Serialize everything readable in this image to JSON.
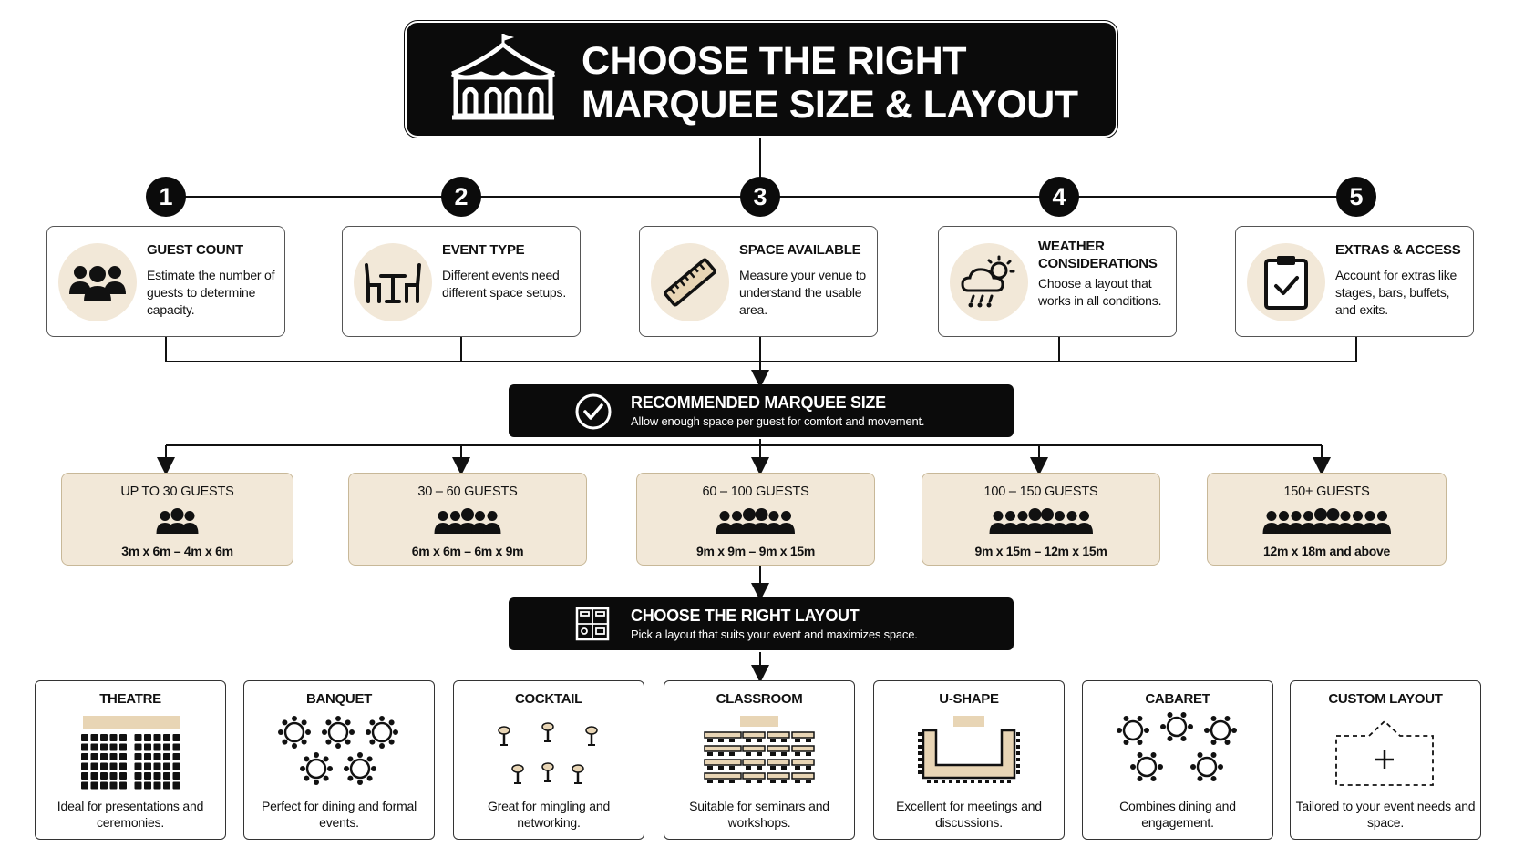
{
  "header": {
    "title_line1": "CHOOSE THE RIGHT",
    "title_line2": "MARQUEE SIZE & LAYOUT"
  },
  "steps": [
    "1",
    "2",
    "3",
    "4",
    "5"
  ],
  "factors": [
    {
      "title": "GUEST COUNT",
      "description": "Estimate the number of guests to determine capacity.",
      "icon": "people-icon"
    },
    {
      "title": "EVENT TYPE",
      "description": "Different events need different space setups.",
      "icon": "table-chairs-icon"
    },
    {
      "title": "SPACE AVAILABLE",
      "description": "Measure your venue to understand the usable area.",
      "icon": "ruler-icon"
    },
    {
      "title": "WEATHER CONSIDERATIONS",
      "description": "Choose a layout that works in all conditions.",
      "icon": "weather-icon"
    },
    {
      "title": "EXTRAS & ACCESS",
      "description": "Account for extras like stages, bars, buffets, and exits.",
      "icon": "clipboard-check-icon"
    }
  ],
  "recommended": {
    "title": "RECOMMENDED MARQUEE SIZE",
    "subtitle": "Allow enough space per guest for comfort and movement."
  },
  "sizes": [
    {
      "label": "UP TO 30 GUESTS",
      "dimensions": "3m x 6m – 4m x 6m",
      "people": 3
    },
    {
      "label": "30 – 60 GUESTS",
      "dimensions": "6m x 6m – 6m x 9m",
      "people": 5
    },
    {
      "label": "60 – 100 GUESTS",
      "dimensions": "9m x 9m – 9m x 15m",
      "people": 6
    },
    {
      "label": "100 – 150 GUESTS",
      "dimensions": "9m x 15m – 12m x 15m",
      "people": 8
    },
    {
      "label": "150+ GUESTS",
      "dimensions": "12m x 18m and above",
      "people": 10
    }
  ],
  "layout_banner": {
    "title": "CHOOSE THE RIGHT LAYOUT",
    "subtitle": "Pick a layout that suits your event and maximizes space."
  },
  "layouts": [
    {
      "title": "THEATRE",
      "description": "Ideal for presentations and ceremonies."
    },
    {
      "title": "BANQUET",
      "description": "Perfect for dining and formal events."
    },
    {
      "title": "COCKTAIL",
      "description": "Great for mingling and networking."
    },
    {
      "title": "CLASSROOM",
      "description": "Suitable for seminars and workshops."
    },
    {
      "title": "U-SHAPE",
      "description": "Excellent for meetings and discussions."
    },
    {
      "title": "CABARET",
      "description": "Combines dining and engagement."
    },
    {
      "title": "CUSTOM LAYOUT",
      "description": "Tailored to your event needs and space."
    }
  ],
  "colors": {
    "dark": "#0b0b0b",
    "beige": "#f2e8d8",
    "beige_border": "#c8b898",
    "table_wood": "#e8d5b5"
  }
}
